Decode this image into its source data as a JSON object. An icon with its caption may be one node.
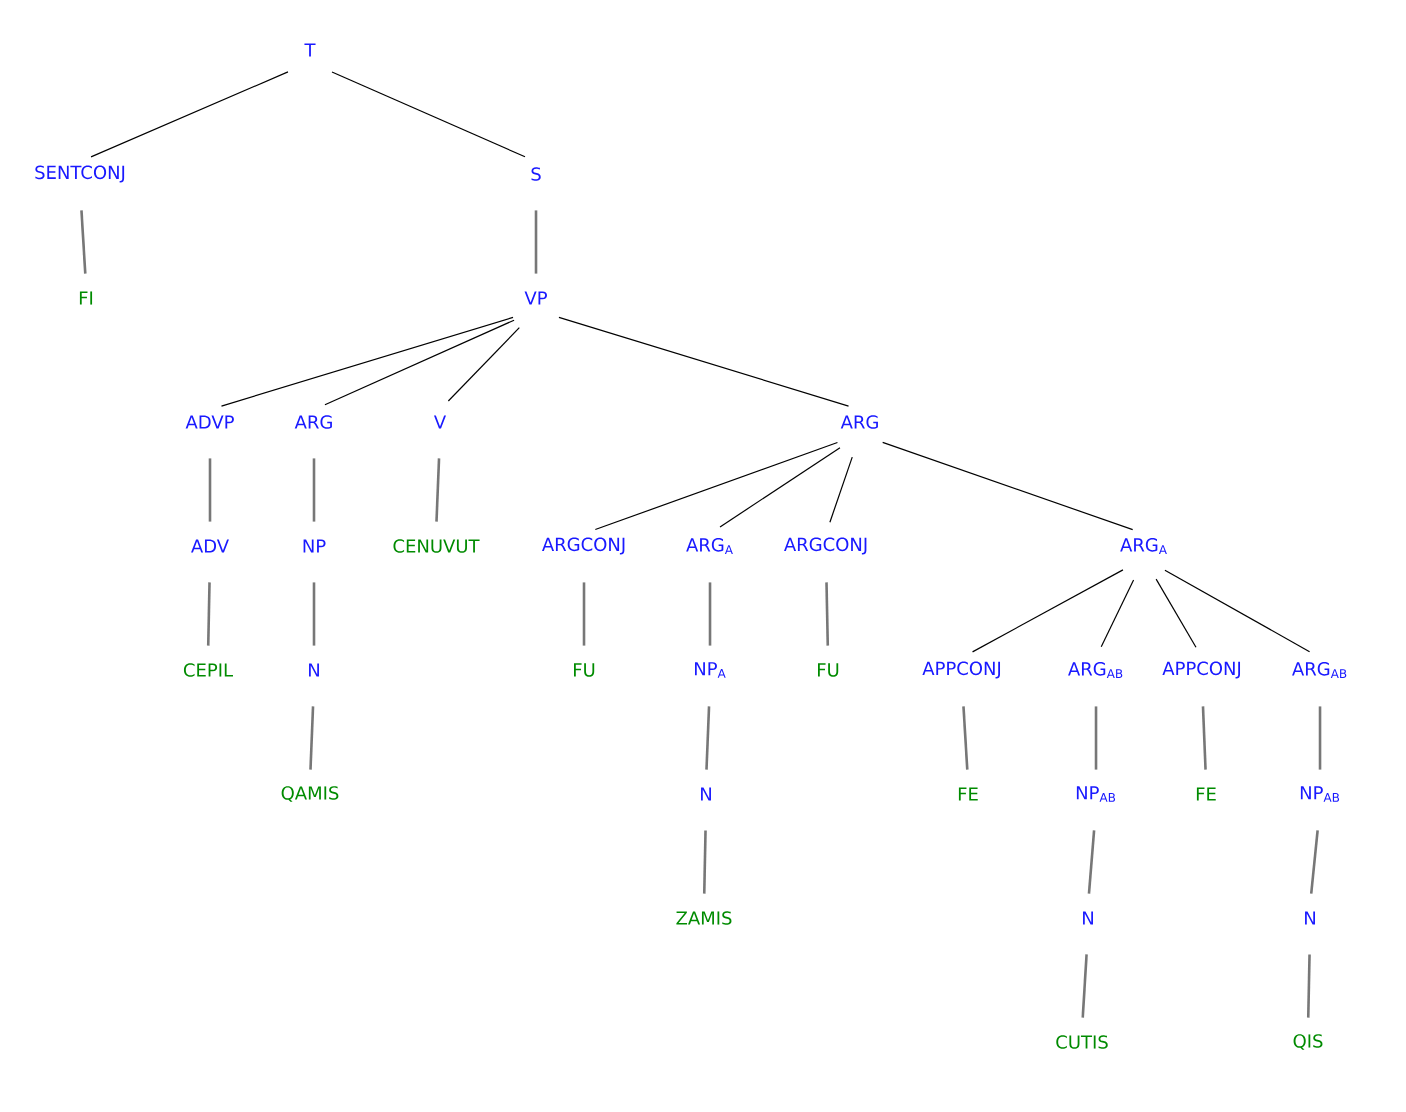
{
  "diagram": {
    "nodes": [
      {
        "text": [
          "T"
        ]
      },
      {
        "text": [
          "SENTCONJ"
        ]
      },
      {
        "text": [
          "S"
        ]
      },
      {
        "text": [
          "FI"
        ]
      },
      {
        "text": [
          "VP"
        ]
      },
      {
        "text": [
          "ADVP"
        ]
      },
      {
        "text": [
          "ARG"
        ]
      },
      {
        "text": [
          "V"
        ]
      },
      {
        "text": [
          "ARG"
        ]
      },
      {
        "text": [
          "ADV"
        ]
      },
      {
        "text": [
          "NP"
        ]
      },
      {
        "text": [
          "CENUVUT"
        ]
      },
      {
        "text": [
          "ARGCONJ"
        ]
      },
      {
        "text": [
          "ARG$_{A}$"
        ]
      },
      {
        "text": [
          "ARGCONJ"
        ]
      },
      {
        "text": [
          "ARG$_{A}$"
        ]
      },
      {
        "text": [
          "CEPIL"
        ]
      },
      {
        "text": [
          "N"
        ]
      },
      {
        "text": [
          "FU"
        ]
      },
      {
        "text": [
          "NP$_{A}$"
        ]
      },
      {
        "text": [
          "FU"
        ]
      },
      {
        "text": [
          "APPCONJ"
        ]
      },
      {
        "text": [
          "ARG$_{AB}$"
        ]
      },
      {
        "text": [
          "APPCONJ"
        ]
      },
      {
        "text": [
          "ARG$_{AB}$"
        ]
      },
      {
        "text": [
          "QAMIS"
        ]
      },
      {
        "text": [
          "N"
        ]
      },
      {
        "text": [
          "FE"
        ]
      },
      {
        "text": [
          "NP$_{AB}$"
        ]
      },
      {
        "text": [
          "FE"
        ]
      },
      {
        "text": [
          "NP$_{AB}$"
        ]
      },
      {
        "text": [
          "ZAMIS"
        ]
      },
      {
        "text": [
          "N"
        ]
      },
      {
        "text": [
          "N"
        ]
      },
      {
        "text": [
          "CUTIS"
        ]
      },
      {
        "text": [
          "QIS"
        ]
      }
    ],
    "edges": [
      {
        "from": 0,
        "to": 1,
        "arrow": "none",
        "color": "#000000"
      },
      {
        "from": 0,
        "to": 2,
        "arrow": "none",
        "color": "#000000"
      },
      {
        "from": 1,
        "to": 3,
        "arrow": "none"
      },
      {
        "from": 2,
        "to": 4,
        "arrow": "none"
      },
      {
        "from": 4,
        "to": 5,
        "arrow": "none",
        "color": "#000000"
      },
      {
        "from": 4,
        "to": 6,
        "arrow": "none",
        "color": "#000000"
      },
      {
        "from": 4,
        "to": 7,
        "arrow": "none",
        "color": "#000000"
      },
      {
        "from": 4,
        "to": 8,
        "arrow": "none",
        "color": "#000000"
      },
      {
        "from": 5,
        "to": 9,
        "arrow": "none"
      },
      {
        "from": 6,
        "to": 10,
        "arrow": "none"
      },
      {
        "from": 7,
        "to": 11,
        "arrow": "none"
      },
      {
        "from": 8,
        "to": 12,
        "arrow": "none",
        "color": "#000000"
      },
      {
        "from": 8,
        "to": 13,
        "arrow": "none",
        "color": "#000000"
      },
      {
        "from": 8,
        "to": 14,
        "arrow": "none",
        "color": "#000000"
      },
      {
        "from": 8,
        "to": 15,
        "arrow": "none",
        "color": "#000000"
      },
      {
        "from": 9,
        "to": 16,
        "arrow": "none"
      },
      {
        "from": 10,
        "to": 17,
        "arrow": "none"
      },
      {
        "from": 12,
        "to": 18,
        "arrow": "none"
      },
      {
        "from": 13,
        "to": 19,
        "arrow": "none"
      },
      {
        "from": 14,
        "to": 20,
        "arrow": "none"
      },
      {
        "from": 15,
        "to": 21,
        "arrow": "none",
        "color": "#000000"
      },
      {
        "from": 15,
        "to": 22,
        "arrow": "none",
        "color": "#000000"
      },
      {
        "from": 15,
        "to": 23,
        "arrow": "none",
        "color": "#000000"
      },
      {
        "from": 15,
        "to": 24,
        "arrow": "none",
        "color": "#000000"
      },
      {
        "from": 17,
        "to": 25,
        "arrow": "none"
      },
      {
        "from": 19,
        "to": 26,
        "arrow": "none"
      },
      {
        "from": 21,
        "to": 27,
        "arrow": "none"
      },
      {
        "from": 22,
        "to": 28,
        "arrow": "none"
      },
      {
        "from": 23,
        "to": 29,
        "arrow": "none"
      },
      {
        "from": 24,
        "to": 30,
        "arrow": "none"
      },
      {
        "from": 26,
        "to": 31,
        "arrow": "none"
      },
      {
        "from": 28,
        "to": 32,
        "arrow": "none"
      },
      {
        "from": 30,
        "to": 33,
        "arrow": "none"
      },
      {
        "from": 32,
        "to": 34,
        "arrow": "none"
      },
      {
        "from": 33,
        "to": 35,
        "arrow": "none"
      }
    ]
  }
}
